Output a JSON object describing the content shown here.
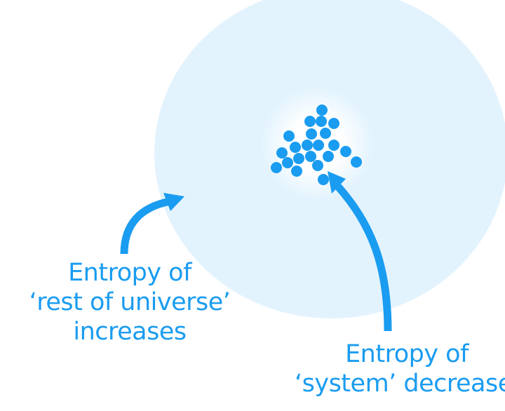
{
  "colors": {
    "accent": "#1a9cf0",
    "universe_fill": "#e3f3fd",
    "background": "#ffffff"
  },
  "labels": {
    "universe": [
      "Entropy of",
      "‘rest of universe’",
      "increases"
    ],
    "system": [
      "Entropy of",
      "‘system’ decreases"
    ]
  }
}
